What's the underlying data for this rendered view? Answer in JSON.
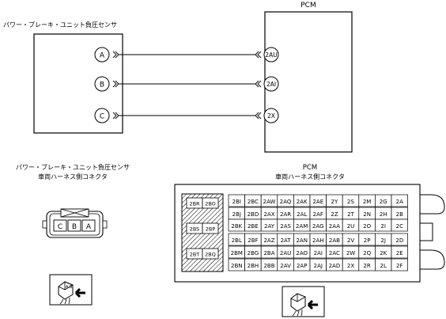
{
  "top": {
    "pcm_label": "PCM",
    "sensor_label": "パワー・ブレーキ・ユニット負圧センサ",
    "wires": [
      {
        "from": "A",
        "to": "2AU"
      },
      {
        "from": "B",
        "to": "2AI"
      },
      {
        "from": "C",
        "to": "2X"
      }
    ]
  },
  "sensor_connector": {
    "title_line1": "パワー・ブレーキ・ユニット負圧センサ",
    "title_line2": "車両ハーネス側コネクタ",
    "pins": [
      "C",
      "B",
      "A"
    ]
  },
  "pcm_connector": {
    "title_line1": "PCM",
    "title_line2": "車両ハーネス側コネクタ",
    "left_block": [
      [
        "2BR",
        "2BO"
      ],
      [
        "2BS",
        "2BP"
      ],
      [
        "2BT",
        "2BQ"
      ]
    ],
    "grid_rows": [
      [
        "2BI",
        "2BC",
        "2AW",
        "2AQ",
        "2AK",
        "2AE",
        "2Y",
        "2S",
        "2M",
        "2G",
        "2A"
      ],
      [
        "2BJ",
        "2BD",
        "2AX",
        "2AR",
        "2AL",
        "2AF",
        "2Z",
        "2T",
        "2N",
        "2H",
        "2B"
      ],
      [
        "2BK",
        "2BE",
        "2AY",
        "2AS",
        "2AM",
        "2AG",
        "2AA",
        "2U",
        "2O",
        "2I",
        "2C"
      ],
      [
        "2BL",
        "2BF",
        "2AZ",
        "2AT",
        "2AN",
        "2AH",
        "2AB",
        "2V",
        "2P",
        "2J",
        "2D"
      ],
      [
        "2BM",
        "2BG",
        "2BA",
        "2AU",
        "2AO",
        "2AI",
        "2AC",
        "2W",
        "2Q",
        "2K",
        "2E"
      ],
      [
        "2BN",
        "2BH",
        "2BB",
        "2AV",
        "2AP",
        "2AJ",
        "2AD",
        "2X",
        "2R",
        "2L",
        "2F"
      ]
    ]
  }
}
